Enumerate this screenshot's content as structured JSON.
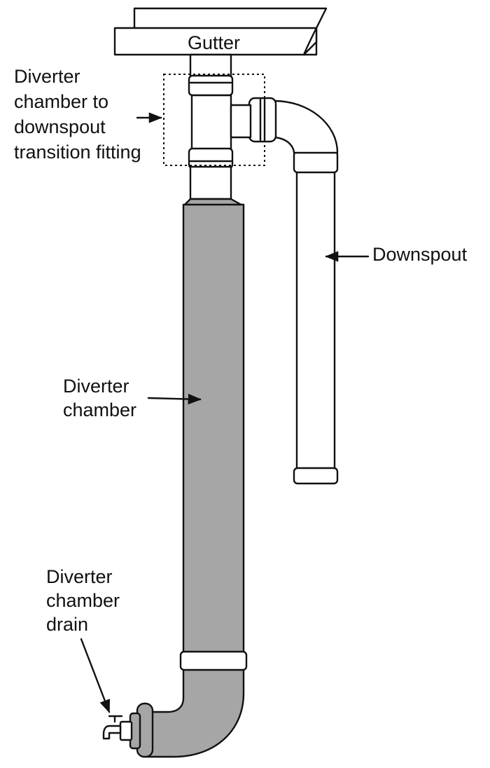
{
  "labels": {
    "gutter": "Gutter",
    "transition_fitting": [
      "Diverter",
      "chamber to",
      "downspout",
      "transition fitting"
    ],
    "downspout": "Downspout",
    "diverter_chamber": [
      "Diverter",
      "chamber"
    ],
    "chamber_drain": [
      "Diverter",
      "chamber",
      "drain"
    ]
  },
  "colors": {
    "outline": "#111111",
    "chamber_fill": "#a6a6a6",
    "pipe_fill": "#ffffff",
    "background": "#ffffff"
  }
}
